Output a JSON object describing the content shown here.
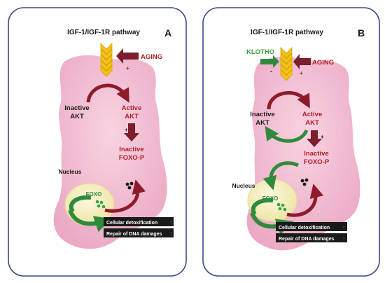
{
  "colors": {
    "panel_border": "#3b4a86",
    "cell": "#f0b9cf",
    "nucleus": "#f6f1c4",
    "red_text": "#b32025",
    "dark_red": "#7a1f2b",
    "green": "#2f8a3c",
    "green_text": "#3aa345",
    "chevron": "#f2c11a",
    "black": "#1a1a1a",
    "up_arrow": "#36a04a"
  },
  "panels": [
    {
      "letter": "A",
      "title": "IGF-1/IGF-1R pathway",
      "aging": "AGING",
      "aging_sign": "+",
      "inactive_akt": [
        "Inactive",
        "AKT"
      ],
      "active_akt": [
        "Active",
        "AKT"
      ],
      "akt_sign": "+",
      "inactive_foxo": [
        "Inactive",
        "FOXO-P"
      ],
      "nucleus": "Nucleus",
      "foxo": "FOXO",
      "outputs": [
        "Cellular detoxification",
        "Repair of DNA damages"
      ]
    },
    {
      "letter": "B",
      "title": "IGF-1/IGF-1R pathway",
      "klotho": "KLOTHO",
      "klotho_sign": "-",
      "aging": "AGING",
      "aging_sign": "+",
      "inactive_akt": [
        "Inactive",
        "AKT"
      ],
      "active_akt": [
        "Active",
        "AKT"
      ],
      "akt_sign": "+",
      "inactive_foxo": [
        "Inactive",
        "FOXO-P"
      ],
      "nucleus": "Nucleus",
      "foxo": "FOXO",
      "outputs": [
        "Cellular detoxification",
        "Repair of DNA damages"
      ]
    }
  ]
}
